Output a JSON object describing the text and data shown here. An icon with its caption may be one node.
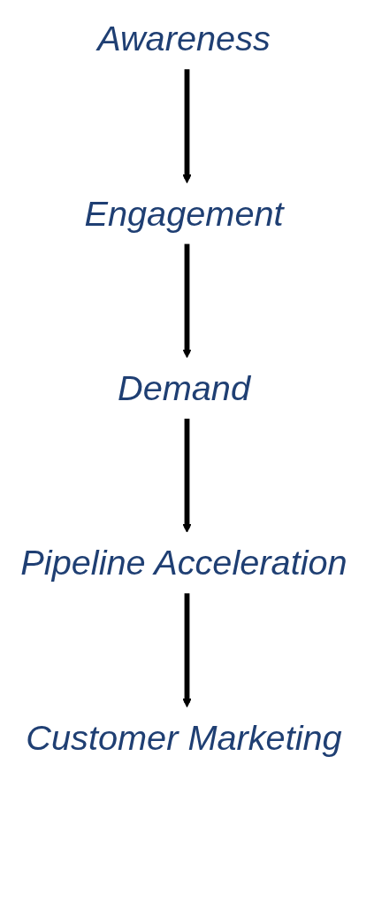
{
  "diagram": {
    "nodes": [
      {
        "text": [
          "Awareness"
        ]
      },
      {
        "text": [
          "Engagement"
        ]
      },
      {
        "text": [
          "Demand"
        ]
      },
      {
        "text": [
          "Pipeline Acceleration"
        ]
      },
      {
        "text": [
          "Customer Marketing"
        ]
      }
    ],
    "edges": [
      {
        "from": 0,
        "to": 1,
        "arrow": "to"
      },
      {
        "from": 1,
        "to": 2,
        "arrow": "to"
      },
      {
        "from": 2,
        "to": 3,
        "arrow": "to"
      },
      {
        "from": 3,
        "to": 4,
        "arrow": "to"
      }
    ]
  }
}
